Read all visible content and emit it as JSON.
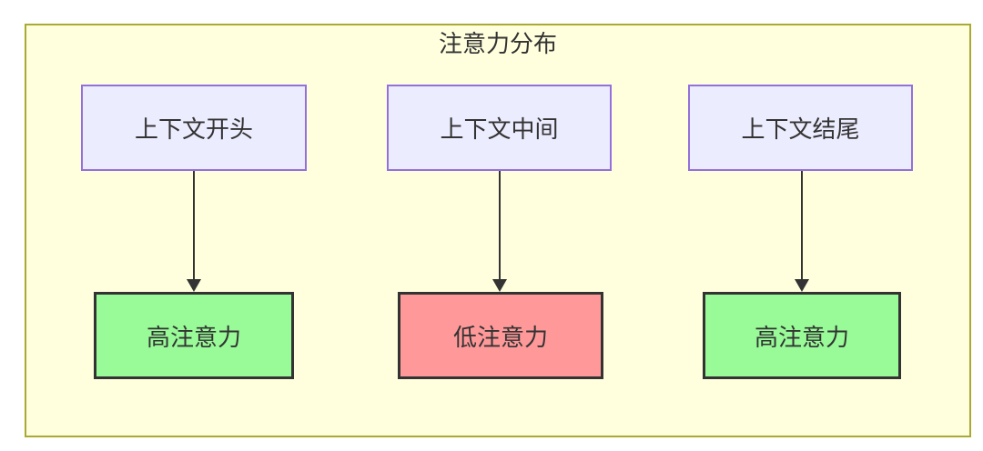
{
  "diagram": {
    "title": "注意力分布",
    "nodes": {
      "sources": [
        {
          "label": "上下文开头"
        },
        {
          "label": "上下文中间"
        },
        {
          "label": "上下文结尾"
        }
      ],
      "targets": [
        {
          "label": "高注意力",
          "level": "high"
        },
        {
          "label": "低注意力",
          "level": "low"
        },
        {
          "label": "高注意力",
          "level": "high"
        }
      ]
    },
    "edges": [
      {
        "from": "上下文开头",
        "to": "高注意力"
      },
      {
        "from": "上下文中间",
        "to": "低注意力"
      },
      {
        "from": "上下文结尾",
        "to": "高注意力"
      }
    ],
    "colors": {
      "canvas_bg": "#FFFFFF",
      "container_fill": "#FFFFDE",
      "container_border": "#AAAA33",
      "source_fill": "#ECECFF",
      "source_border": "#9370DB",
      "high_attention_fill": "#98FB98",
      "low_attention_fill": "#FF9999",
      "dark_border": "#333333",
      "edge_color": "#333333",
      "text_color": "#333333"
    }
  }
}
